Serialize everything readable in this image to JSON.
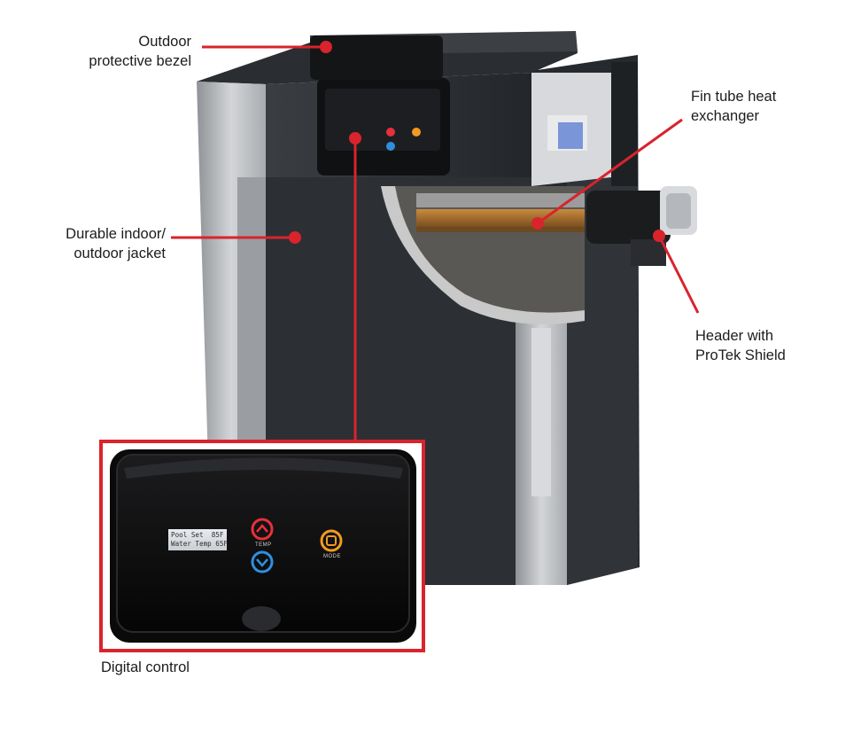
{
  "callouts": {
    "bezel": "Outdoor\nprotective bezel",
    "jacket": "Durable indoor/\noutdoor jacket",
    "fin_tube": "Fin tube heat\nexchanger",
    "header": "Header with\nProTek Shield",
    "digital_control": "Digital control"
  },
  "control_panel": {
    "lcd_line1": "Pool Set  85F",
    "lcd_line2": "Water Temp 65F",
    "temp_label": "TEMP",
    "mode_label": "MODE"
  },
  "colors": {
    "callout_red": "#d9232d",
    "jacket_dark": "#2b2f33",
    "jacket_silver": "#b9bcc0",
    "up_button": "#e8303a",
    "down_button": "#2f8fe0",
    "mode_button": "#f29a1f"
  }
}
